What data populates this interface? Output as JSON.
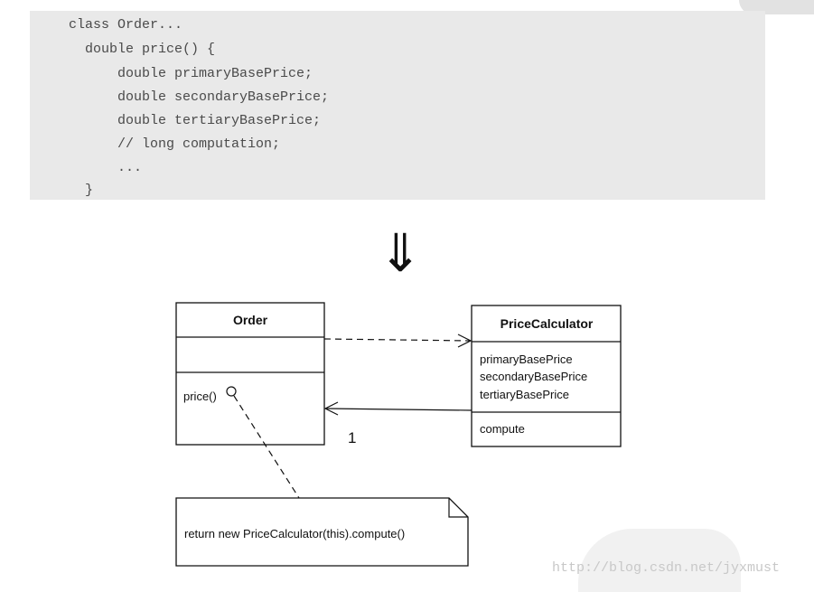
{
  "code": {
    "lines": [
      "class Order...",
      "  double price() {",
      "      double primaryBasePrice;",
      "      double secondaryBasePrice;",
      "      double tertiaryBasePrice;",
      "      // long computation;",
      "      ...",
      "  }"
    ]
  },
  "arrow": {
    "glyph": "⇓"
  },
  "uml": {
    "order": {
      "name": "Order",
      "operation": "price()"
    },
    "price_calculator": {
      "name": "PriceCalculator",
      "attributes": [
        "primaryBasePrice",
        "secondaryBasePrice",
        "tertiaryBasePrice"
      ],
      "operation": "compute"
    },
    "multiplicity": "1",
    "note": "return new PriceCalculator(this).compute()"
  },
  "watermark": "http://blog.csdn.net/jyxmust"
}
